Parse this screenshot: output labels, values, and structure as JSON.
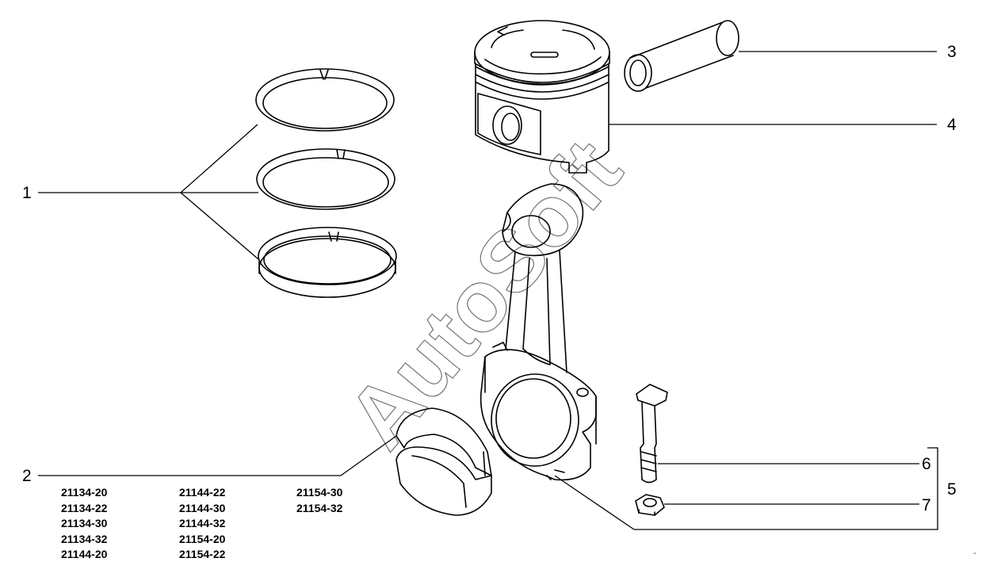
{
  "watermark": "AutoSoft",
  "callouts": {
    "c1": "1",
    "c2": "2",
    "c3": "3",
    "c4": "4",
    "c5": "5",
    "c6": "6",
    "c7": "7"
  },
  "model_codes": {
    "col1": [
      "21134-20",
      "21134-22",
      "21134-30",
      "21134-32",
      "21144-20"
    ],
    "col2": [
      "21144-22",
      "21144-30",
      "21144-32",
      "21154-20",
      "21154-22"
    ],
    "col3": [
      "21154-30",
      "21154-32"
    ]
  },
  "corner_mark": "-",
  "colors": {
    "line": "#000000",
    "watermark": "#000000"
  }
}
